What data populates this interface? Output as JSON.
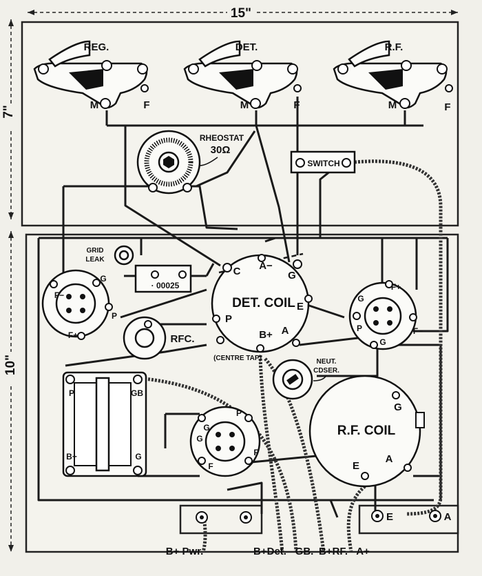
{
  "dimensions": {
    "width": "15\"",
    "panel_height": "7\"",
    "base_height": "10\""
  },
  "sockets": {
    "reg": "REG.",
    "det": "DET.",
    "rf": "R.F.",
    "m": "M",
    "f": "F"
  },
  "rheostat": {
    "title": "RHEOSTAT",
    "value": "30Ω"
  },
  "switch": "SWITCH",
  "grid_leak": {
    "line1": "GRID",
    "line2": "LEAK"
  },
  "condenser_value": "· 00025",
  "det_coil": {
    "label": "DET. COIL",
    "c": "C",
    "a_minus": "A−",
    "g": "G",
    "e": "E",
    "p": "P",
    "a": "A",
    "b_plus": "B+",
    "centre_tap": "(CENTRE TAP)"
  },
  "valve_left": {
    "f_minus": "F−",
    "g": "G",
    "p": "P",
    "f_plus": "F+"
  },
  "valve_right": {
    "f_plus": "F+",
    "g": "G",
    "p": "P",
    "f_minus": "F−"
  },
  "valve_bottom": {
    "g": "G",
    "p": "P",
    "f_left": "F",
    "f_right": "F"
  },
  "rfc": "RFC.",
  "neut_cdser": {
    "line1": "NEUT.",
    "line2": "CDSER."
  },
  "rf_coil": {
    "label": "R.F. COIL",
    "g": "G",
    "e": "E",
    "a": "A"
  },
  "transformer": {
    "p": "P",
    "gb": "GB",
    "b_plus": "B+",
    "g": "G"
  },
  "terminals": {
    "e": "E",
    "a": "A"
  },
  "bottom_labels": {
    "b_pwr": "B+ Pwr.",
    "b_det": "B+Det.",
    "gb": "GB.",
    "b_rf": "B+RF.",
    "a_plus": "A+"
  }
}
